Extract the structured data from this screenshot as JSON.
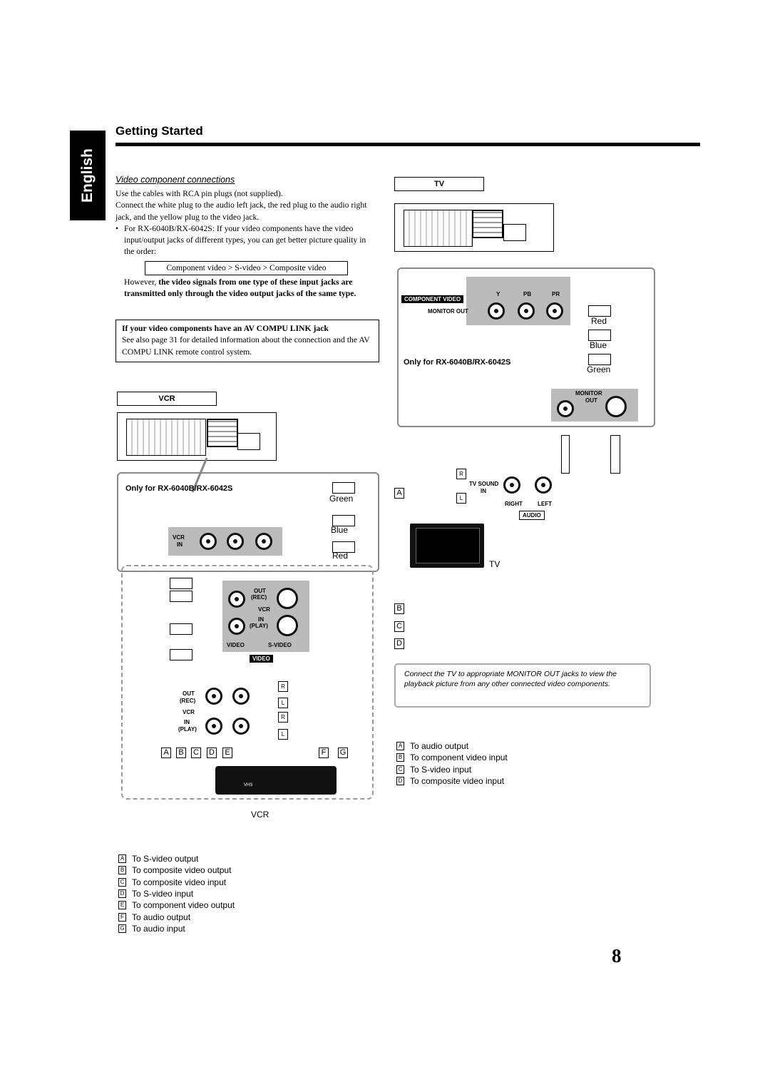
{
  "header": {
    "language_tab": "English",
    "section_title": "Getting Started"
  },
  "left_column": {
    "subheading": "Video component connections",
    "intro_1": "Use the cables with RCA pin plugs (not supplied).",
    "intro_2": "Connect the white plug to the audio left jack, the red plug to the audio right jack, and the yellow plug to the video jack.",
    "bullet": "For RX-6040B/RX-6042S: If your video components have the video input/output jacks of different types, you can get better picture quality in the order:",
    "order_box": "Component video > S-video > Composite video",
    "however_lead": "However,",
    "however_bold": "the video signals from one type of these input jacks are transmitted only through the video output jacks of the same type.",
    "note_title": "If your video components have an AV COMPU LINK jack",
    "note_body": "See also page 31 for detailed information about the connection and the AV COMPU LINK remote control system."
  },
  "vcr_diagram": {
    "box_label": "VCR",
    "model_note": "Only for RX-6040B/RX-6042S",
    "cable_colors": [
      "Green",
      "Blue",
      "Red"
    ],
    "vcr_in_label_1": "VCR",
    "vcr_in_label_2": "IN",
    "jack_labels": {
      "out": "OUT",
      "rec": "(REC)",
      "vcr": "VCR",
      "in": "IN",
      "play": "(PLAY)",
      "video": "VIDEO",
      "s_video": "S-VIDEO",
      "video_bar": "VIDEO"
    },
    "audio_plug_r": "R",
    "audio_plug_l": "L",
    "letters_left": [
      "A",
      "B",
      "C",
      "D",
      "E"
    ],
    "letters_right": [
      "F",
      "G"
    ],
    "device_label": "VCR",
    "vcr_badge": "VHS"
  },
  "tv_diagram": {
    "box_label": "TV",
    "component_video_label": "COMPONENT VIDEO",
    "monitor_out_label": "MONITOR OUT",
    "ports": [
      "Y",
      "PB",
      "PR"
    ],
    "cable_colors": [
      "Red",
      "Blue",
      "Green"
    ],
    "model_note": "Only for RX-6040B/RX-6042S",
    "monitor_out_1": "MONITOR",
    "monitor_out_2": "OUT",
    "tv_sound_1": "TV SOUND",
    "tv_sound_2": "IN",
    "right": "RIGHT",
    "left": "LEFT",
    "audio": "AUDIO",
    "plug_r": "R",
    "plug_l": "L",
    "letters": [
      "A",
      "B",
      "C",
      "D"
    ],
    "device_label": "TV",
    "caption": "Connect the TV to appropriate MONITOR OUT jacks to view the playback picture from any other connected video components."
  },
  "tv_legend": [
    {
      "key": "A",
      "text": "To audio output"
    },
    {
      "key": "B",
      "text": "To component video input"
    },
    {
      "key": "C",
      "text": "To S-video input"
    },
    {
      "key": "D",
      "text": "To composite video input"
    }
  ],
  "vcr_legend": [
    {
      "key": "A",
      "text": "To S-video output"
    },
    {
      "key": "B",
      "text": "To composite video output"
    },
    {
      "key": "C",
      "text": "To composite video input"
    },
    {
      "key": "D",
      "text": "To S-video input"
    },
    {
      "key": "E",
      "text": "To component video output"
    },
    {
      "key": "F",
      "text": "To audio output"
    },
    {
      "key": "G",
      "text": "To audio input"
    }
  ],
  "page_number": "8"
}
